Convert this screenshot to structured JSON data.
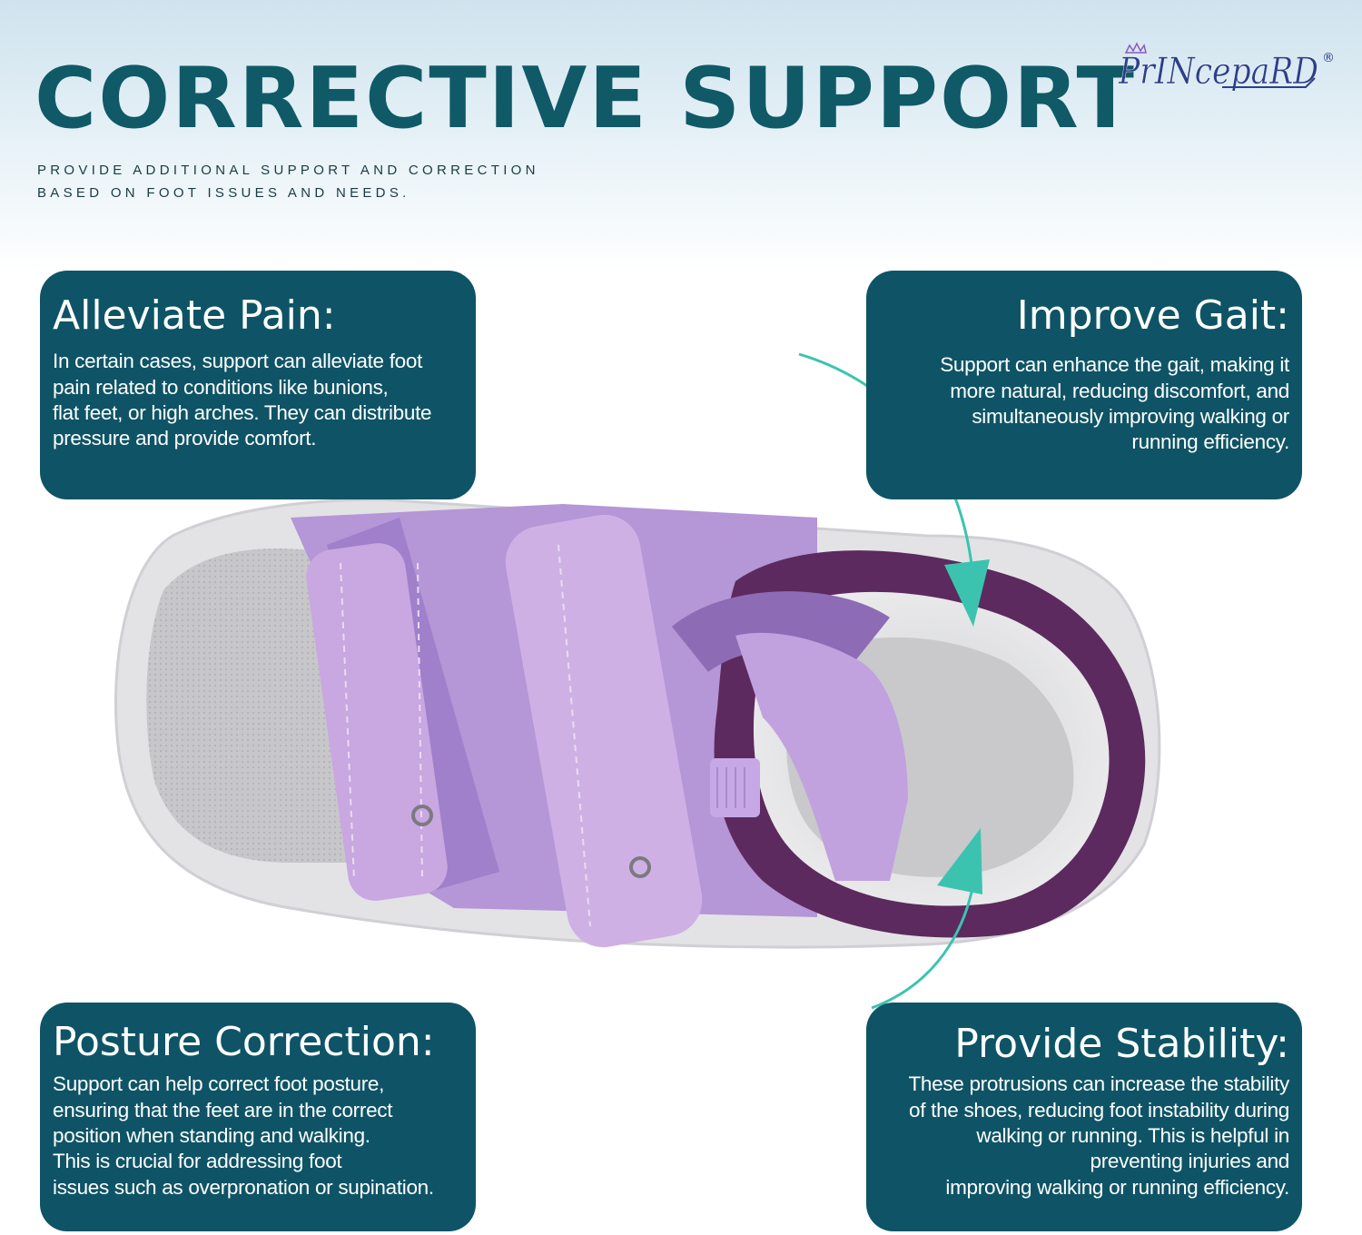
{
  "header": {
    "title": "CORRECTIVE SUPPORT",
    "subtitle_line1": "PROVIDE ADDITIONAL SUPPORT AND CORRECTION",
    "subtitle_line2": "BASED ON FOOT ISSUES AND NEEDS."
  },
  "brand": {
    "logo_text": "PrINcepaRD",
    "registered_mark": "®"
  },
  "cards": {
    "alleviate_pain": {
      "title": "Alleviate Pain:",
      "lines": [
        "In certain cases, support can alleviate foot",
        "pain related to conditions like bunions,",
        "flat feet, or high arches. They can distribute",
        "pressure and provide comfort."
      ]
    },
    "improve_gait": {
      "title": "Improve Gait:",
      "lines": [
        "Support can enhance the gait, making it",
        "more natural, reducing discomfort, and",
        "simultaneously improving walking or",
        "running efficiency."
      ]
    },
    "posture_correction": {
      "title": "Posture Correction:",
      "lines": [
        "Support can help correct foot posture,",
        "ensuring that the feet are in the correct",
        "position when standing and walking.",
        "This is crucial for addressing foot",
        "issues such as overpronation or supination."
      ]
    },
    "provide_stability": {
      "title": "Provide Stability:",
      "lines": [
        "These protrusions can increase the stability",
        "of the shoes, reducing foot instability during",
        "walking or running. This is helpful in",
        "preventing injuries and",
        "improving walking or running efficiency."
      ]
    }
  },
  "colors": {
    "card_background": "#0e5466",
    "headline": "#0f5a66",
    "arrow": "#3cc3b0",
    "shoe_strap": "#c8a6df",
    "shoe_collar": "#5c2a5e"
  }
}
